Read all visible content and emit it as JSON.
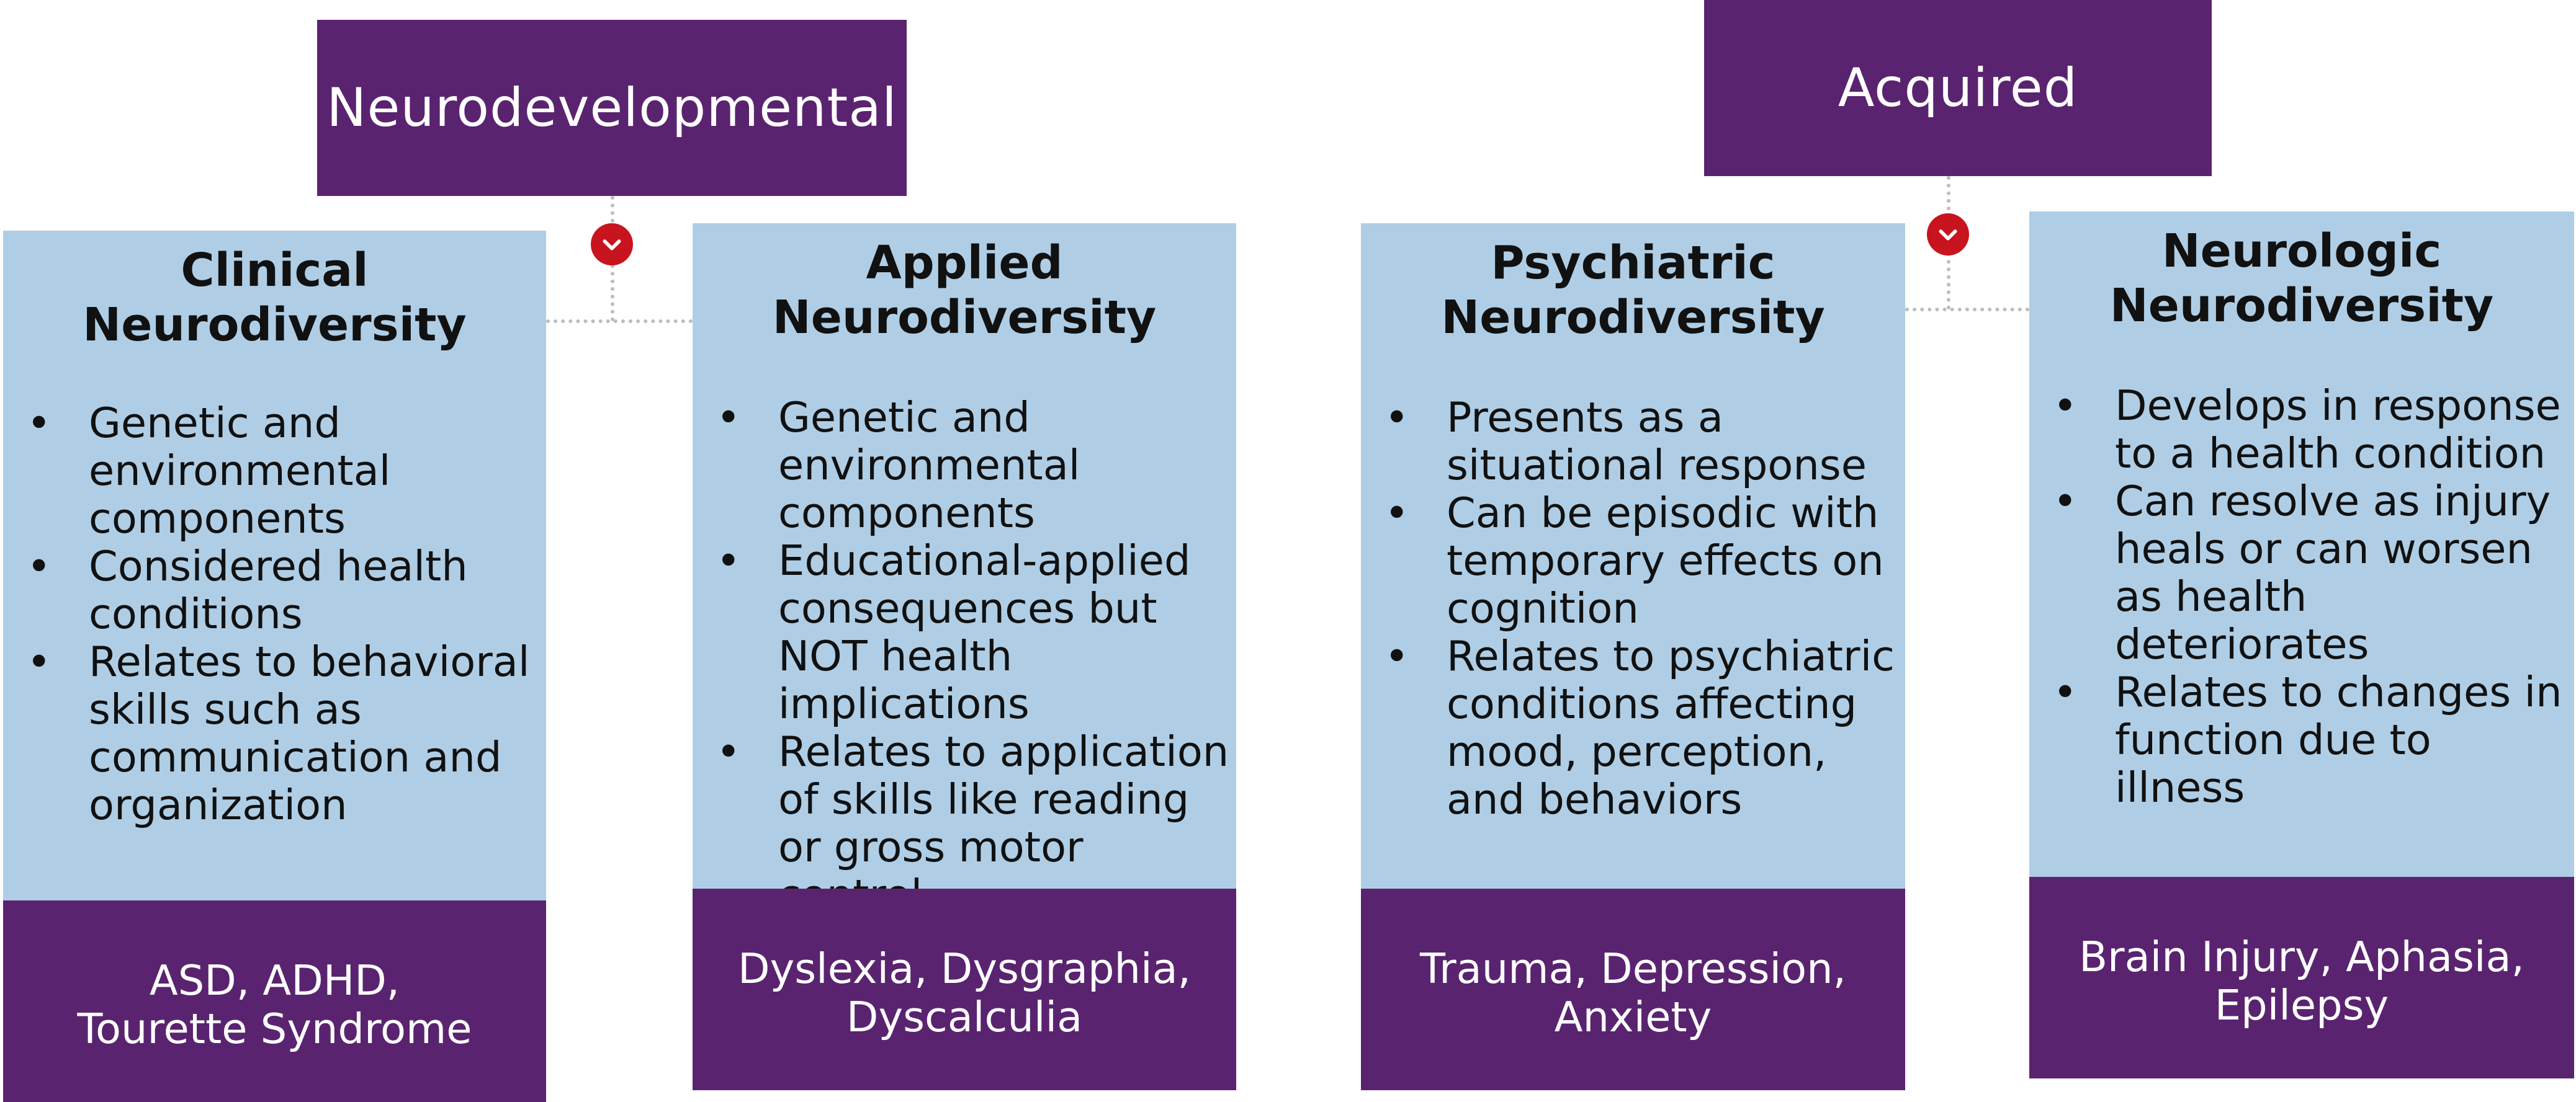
{
  "colors": {
    "purple": "#5a2370",
    "light_blue": "#afcee6",
    "connector": "#bdbdbd",
    "accent_red": "#c8141e"
  },
  "groups": [
    {
      "title": "Neurodevelopmental"
    },
    {
      "title": "Acquired"
    }
  ],
  "cards": [
    {
      "title": "Clinical\nNeurodiversity",
      "bullets": [
        "Genetic and environmental components",
        "Considered health conditions",
        "Relates to behavioral skills such as communication and organization"
      ],
      "examples": "ASD, ADHD,\nTourette Syndrome"
    },
    {
      "title": "Applied\nNeurodiversity",
      "bullets": [
        "Genetic and environmental components",
        "Educational-applied consequences but NOT health implications",
        "Relates to application of skills like reading or gross motor control"
      ],
      "examples": "Dyslexia, Dysgraphia,\nDyscalculia"
    },
    {
      "title": "Psychiatric\nNeurodiversity",
      "bullets": [
        "Presents as a situational response",
        "Can be episodic with temporary effects on cognition",
        "Relates to psychiatric conditions affecting mood, perception, and behaviors"
      ],
      "examples": "Trauma, Depression,\nAnxiety"
    },
    {
      "title": "Neurologic\nNeurodiversity",
      "bullets": [
        "Develops in response to a health condition",
        "Can resolve as injury heals or can worsen as health deteriorates",
        "Relates to changes in function due to illness"
      ],
      "examples": "Brain Injury, Aphasia,\nEpilepsy"
    }
  ],
  "icons": {
    "connector_toggle": "chevron-down-icon"
  }
}
